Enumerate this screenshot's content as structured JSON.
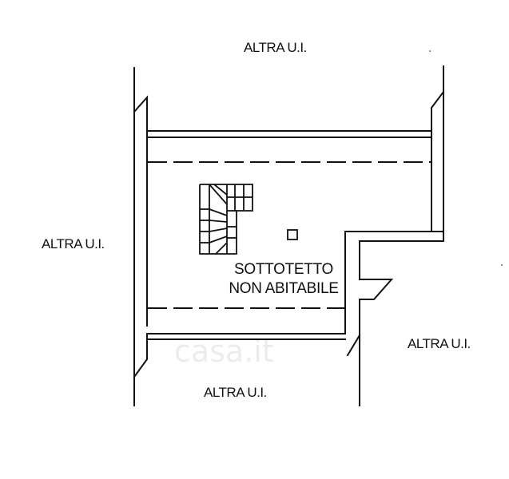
{
  "labels": {
    "top": "ALTRA U.I.",
    "left": "ALTRA U.I.",
    "right": "ALTRA U.I.",
    "bottom": "ALTRA U.I."
  },
  "room": {
    "line1": "SOTTOTETTO",
    "line2": "NON ABITABILE"
  },
  "watermark": "casa.it",
  "colors": {
    "ink": "#111111",
    "background": "#ffffff"
  }
}
